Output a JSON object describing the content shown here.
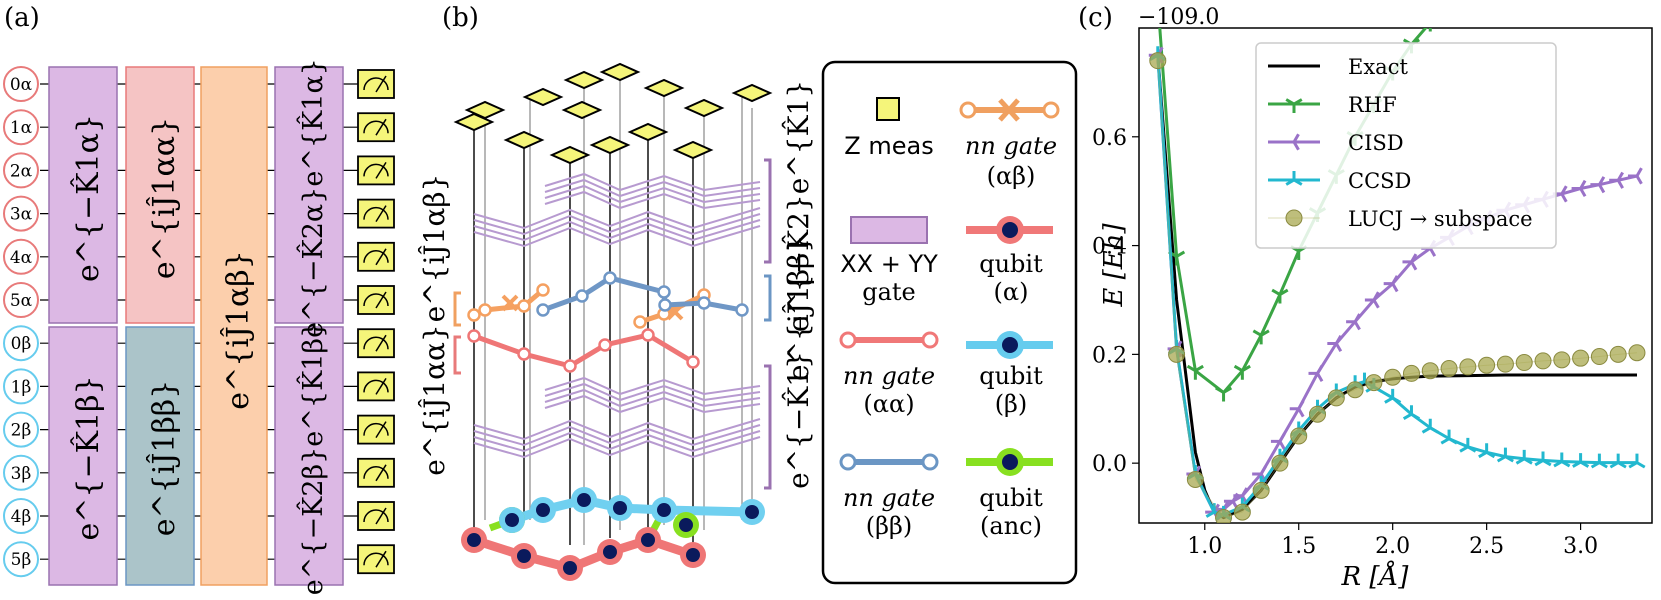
{
  "panel_a": {
    "label": "(a)",
    "qubits_alpha": [
      "0α",
      "1α",
      "2α",
      "3α",
      "4α",
      "5α"
    ],
    "qubits_beta": [
      "0β",
      "1β",
      "2β",
      "3β",
      "4β",
      "5β"
    ],
    "colors": {
      "alpha": "#e87a7a",
      "beta": "#66ccee",
      "purple": "#d9b3e0",
      "purple_edge": "#9a72b0",
      "pink": "#f2c0c0",
      "pink_edge": "#e87a7a",
      "teal": "#a9c3c8",
      "teal_edge": "#6b96c4",
      "orange": "#fccda8",
      "orange_edge": "#f0a060",
      "meas": "#f5f57a"
    },
    "gates": {
      "K1a": "e^{−K̂1α}",
      "J1aa": "e^{iĴ1αα}",
      "J1ab": "e^{iĴ1αβ}",
      "K2a": "e^{−K̂2α}e^{K̂1α}",
      "K1b": "e^{−K̂1β}",
      "J1bb": "e^{iĴ1ββ}",
      "K2b": "e^{−K̂2β}e^{K̂1β}"
    }
  },
  "panel_b": {
    "label": "(b)",
    "bracket_labels": {
      "J1ab": "e^{iĴ1αβ}",
      "J1aa": "e^{iĴ1αα}",
      "K2K1": "e^{−K̂2}e^{K̂1}",
      "J1bb": "e^{iĴ1ββ}",
      "K1": "e^{−K̂1}"
    },
    "legend": [
      {
        "key": "z-meas",
        "label": "Z meas",
        "sub": ""
      },
      {
        "key": "nn-ab",
        "label": "nn gate",
        "sub": "(αβ)"
      },
      {
        "key": "xxyy",
        "label": "XX + YY",
        "sub": "gate"
      },
      {
        "key": "qubit-a",
        "label": "qubit",
        "sub": "(α)"
      },
      {
        "key": "nn-aa",
        "label": "nn gate",
        "sub": "(αα)"
      },
      {
        "key": "qubit-b",
        "label": "qubit",
        "sub": "(β)"
      },
      {
        "key": "nn-bb",
        "label": "nn gate",
        "sub": "(ββ)"
      },
      {
        "key": "qubit-anc",
        "label": "qubit",
        "sub": "(anc)"
      }
    ]
  },
  "panel_c": {
    "label": "(c)",
    "chart_data": {
      "type": "line",
      "xlabel": "R [Å]",
      "ylabel": "E [Eh]",
      "offset_label": "−109.0",
      "xlim": [
        0.65,
        3.38
      ],
      "ylim": [
        -0.11,
        0.8
      ],
      "xticks": [
        "1.0",
        "1.5",
        "2.0",
        "2.5",
        "3.0"
      ],
      "yticks": [
        "0.0",
        "0.2",
        "0.4",
        "0.6"
      ],
      "legend_loc": "upper center",
      "series": [
        {
          "name": "Exact",
          "color": "#000000",
          "marker": "none",
          "x": [
            0.75,
            0.85,
            0.95,
            1.0,
            1.05,
            1.1,
            1.2,
            1.3,
            1.4,
            1.5,
            1.6,
            1.7,
            1.8,
            1.9,
            2.0,
            2.1,
            2.2,
            2.4,
            2.6,
            2.8,
            3.0,
            3.3
          ],
          "y": [
            0.75,
            0.3,
            0.02,
            -0.05,
            -0.09,
            -0.1,
            -0.085,
            -0.05,
            0.0,
            0.05,
            0.09,
            0.12,
            0.14,
            0.15,
            0.155,
            0.158,
            0.16,
            0.161,
            0.162,
            0.162,
            0.162,
            0.162
          ]
        },
        {
          "name": "RHF",
          "color": "#3aa544",
          "marker": "tri_down",
          "x": [
            0.75,
            0.85,
            0.95,
            1.1,
            1.2,
            1.3,
            1.4,
            1.5,
            1.6,
            1.7,
            1.8,
            1.9,
            2.0,
            2.1,
            2.2,
            2.3
          ],
          "y": [
            0.85,
            0.38,
            0.17,
            0.13,
            0.17,
            0.235,
            0.31,
            0.39,
            0.46,
            0.53,
            0.6,
            0.66,
            0.72,
            0.77,
            0.81,
            0.85
          ]
        },
        {
          "name": "CISD",
          "color": "#9a72c8",
          "marker": "tri_right",
          "x": [
            0.75,
            0.85,
            0.95,
            1.05,
            1.1,
            1.15,
            1.2,
            1.3,
            1.4,
            1.5,
            1.6,
            1.7,
            1.8,
            1.9,
            2.0,
            2.1,
            2.2,
            2.3,
            2.4,
            2.5,
            2.6,
            2.7,
            2.8,
            2.9,
            3.0,
            3.1,
            3.2,
            3.3
          ],
          "y": [
            0.75,
            0.21,
            -0.02,
            -0.09,
            -0.085,
            -0.07,
            -0.06,
            -0.02,
            0.04,
            0.1,
            0.165,
            0.22,
            0.26,
            0.3,
            0.33,
            0.37,
            0.395,
            0.415,
            0.435,
            0.45,
            0.465,
            0.475,
            0.485,
            0.495,
            0.505,
            0.512,
            0.52,
            0.528
          ]
        },
        {
          "name": "CCSD",
          "color": "#22b8cf",
          "marker": "tri_up",
          "x": [
            0.75,
            0.85,
            0.95,
            1.05,
            1.1,
            1.2,
            1.3,
            1.4,
            1.5,
            1.6,
            1.7,
            1.8,
            1.85,
            1.9,
            2.0,
            2.1,
            2.2,
            2.3,
            2.4,
            2.5,
            2.6,
            2.7,
            2.8,
            2.9,
            3.0,
            3.1,
            3.2,
            3.3
          ],
          "y": [
            0.75,
            0.21,
            -0.02,
            -0.09,
            -0.095,
            -0.08,
            -0.04,
            0.01,
            0.06,
            0.1,
            0.13,
            0.145,
            0.15,
            0.14,
            0.12,
            0.09,
            0.065,
            0.045,
            0.03,
            0.02,
            0.012,
            0.008,
            0.005,
            0.003,
            0.002,
            0.001,
            0.001,
            0.001
          ]
        },
        {
          "name": "LUCJ → subspace",
          "color": "#a8a850",
          "marker": "circle",
          "x": [
            0.75,
            0.85,
            0.95,
            1.1,
            1.2,
            1.3,
            1.4,
            1.5,
            1.6,
            1.7,
            1.8,
            1.9,
            2.0,
            2.1,
            2.2,
            2.3,
            2.4,
            2.5,
            2.6,
            2.7,
            2.8,
            2.9,
            3.0,
            3.1,
            3.2,
            3.3
          ],
          "y": [
            0.74,
            0.2,
            -0.03,
            -0.1,
            -0.09,
            -0.05,
            0.0,
            0.05,
            0.09,
            0.12,
            0.135,
            0.148,
            0.158,
            0.165,
            0.17,
            0.174,
            0.177,
            0.18,
            0.182,
            0.185,
            0.188,
            0.19,
            0.193,
            0.196,
            0.2,
            0.203
          ]
        }
      ]
    }
  }
}
